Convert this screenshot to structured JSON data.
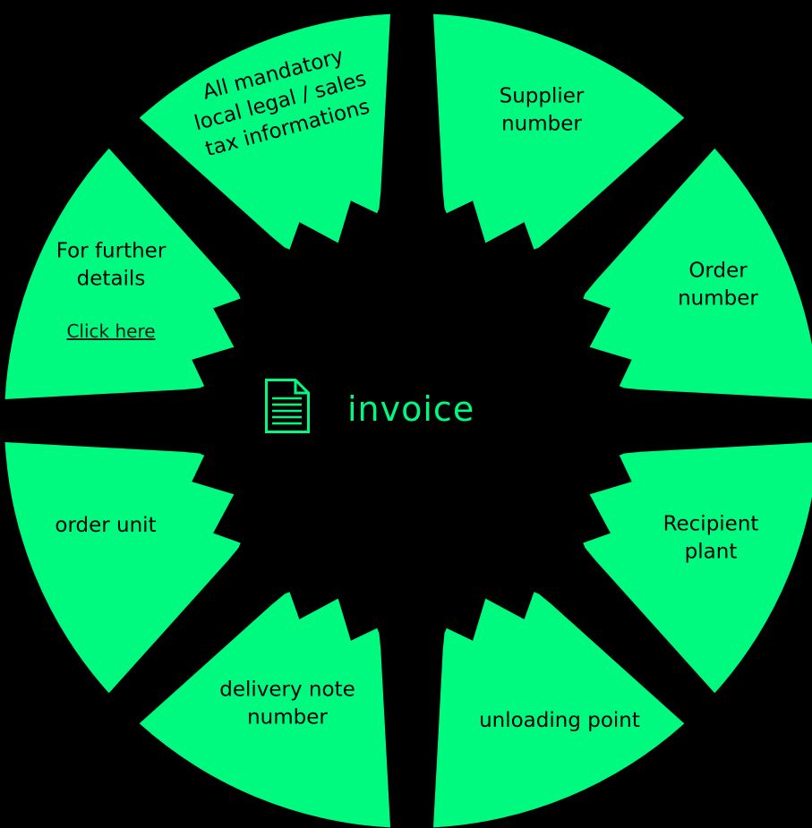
{
  "colors": {
    "segment_fill": "#00FA7F",
    "background": "#000000",
    "center_text": "#00FA7F",
    "label_text": "#000000"
  },
  "center": {
    "icon": "document-icon",
    "title": "invoice"
  },
  "segments": [
    {
      "id": "supplier-number",
      "lines": [
        "Supplier",
        "number"
      ]
    },
    {
      "id": "order-number",
      "lines": [
        "Order",
        "number"
      ]
    },
    {
      "id": "recipient-plant",
      "lines": [
        "Recipient",
        "plant"
      ]
    },
    {
      "id": "unloading-point",
      "lines": [
        "unloading point"
      ]
    },
    {
      "id": "delivery-note-number",
      "lines": [
        "delivery note",
        "number"
      ]
    },
    {
      "id": "order-unit",
      "lines": [
        "order unit"
      ]
    },
    {
      "id": "further-details",
      "lines": [
        "For further",
        "details"
      ],
      "link": "Click here"
    },
    {
      "id": "mandatory-tax-info",
      "lines": [
        "All mandatory",
        "local legal / sales",
        "tax informations"
      ]
    }
  ]
}
